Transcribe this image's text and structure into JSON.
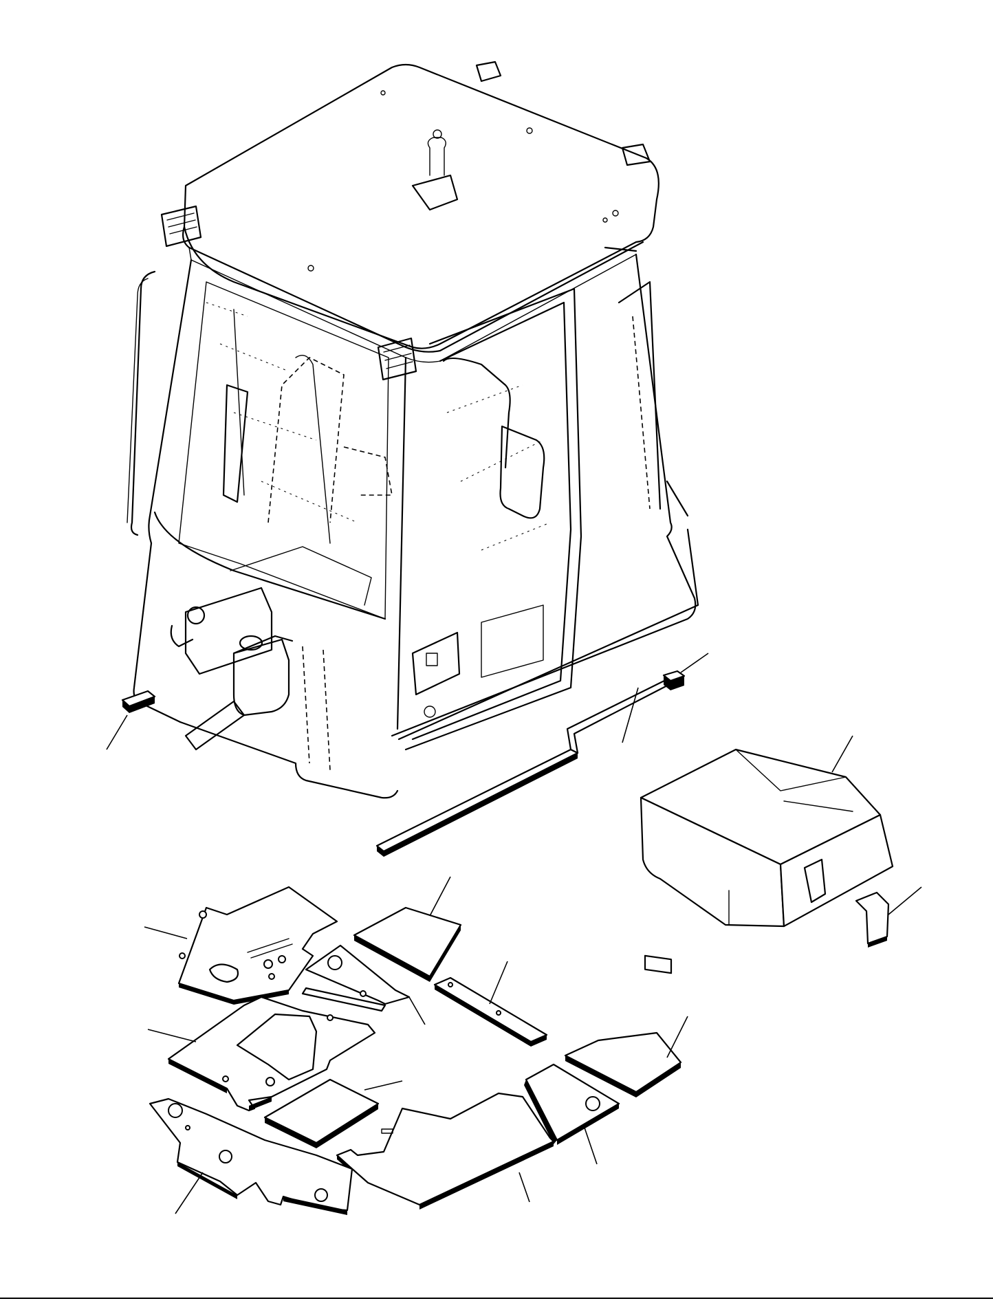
{
  "figure": {
    "subject": "cab",
    "parts": [
      {
        "id": "cab-body"
      },
      {
        "id": "seal-strip-left"
      },
      {
        "id": "seal-strip-long"
      },
      {
        "id": "seal-block"
      },
      {
        "id": "cover-box"
      },
      {
        "id": "cover-clip"
      },
      {
        "id": "mat-front-left"
      },
      {
        "id": "mat-front-right"
      },
      {
        "id": "mat-wedge"
      },
      {
        "id": "mat-strip"
      },
      {
        "id": "mat-center"
      },
      {
        "id": "mat-small-square"
      },
      {
        "id": "mat-rear-long"
      },
      {
        "id": "mat-rear-right"
      },
      {
        "id": "mat-side-right"
      },
      {
        "id": "mat-bottom-left"
      }
    ]
  }
}
